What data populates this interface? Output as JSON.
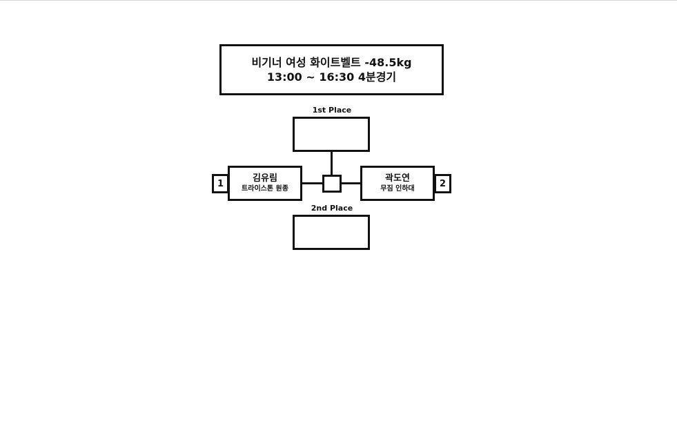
{
  "event": {
    "title_line1": "비기너 여성 화이트벨트 -48.5kg",
    "title_line2": "13:00 ~ 16:30  4분경기"
  },
  "bracket": {
    "first_place_label": "1st Place",
    "second_place_label": "2nd Place",
    "players": [
      {
        "seed": "1",
        "name": "김유림",
        "team": "트라이스톤 원종"
      },
      {
        "seed": "2",
        "name": "곽도연",
        "team": "무짐 인하대"
      }
    ]
  }
}
